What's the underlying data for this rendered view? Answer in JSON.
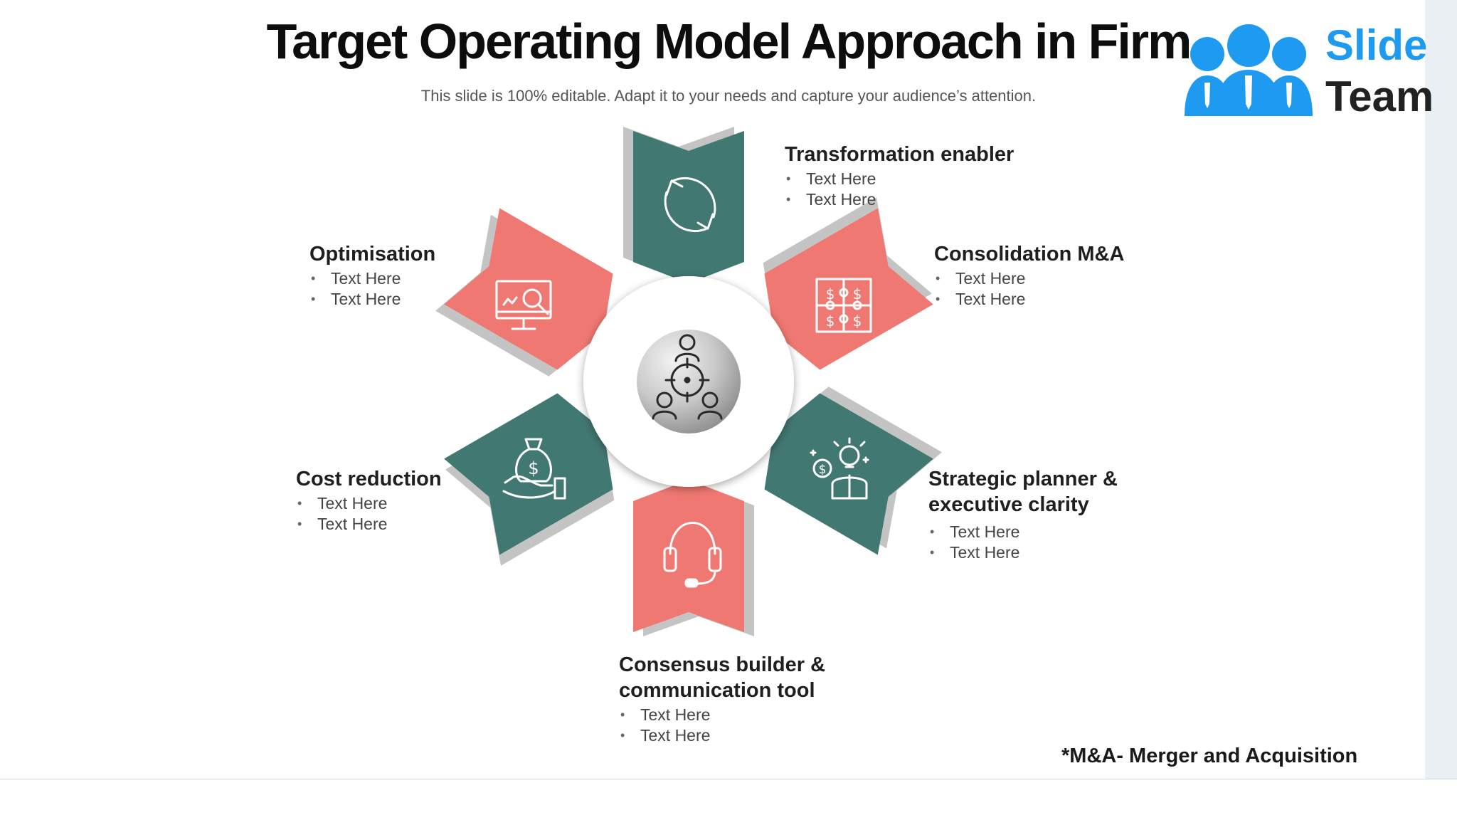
{
  "slide": {
    "title": "Target Operating Model Approach in Firm",
    "subtitle": "This slide is 100% editable. Adapt it to your needs and  capture your audience’s attention."
  },
  "logo": {
    "line1": "Slide",
    "line2": "Team",
    "color_blue": "#1e9bf0",
    "color_dark": "#222222"
  },
  "colors": {
    "teal": "#427872",
    "coral": "#ef7872",
    "shadow": "#c4c4c4"
  },
  "segments": [
    {
      "id": "transformation",
      "title": "Transformation enabler",
      "title2": "",
      "bullets": [
        "Text Here",
        "Text Here"
      ],
      "color": "#427872",
      "icon": "refresh-icon"
    },
    {
      "id": "consolidation",
      "title": "Consolidation M&A",
      "title2": "",
      "bullets": [
        "Text Here",
        "Text Here"
      ],
      "color": "#ef7872",
      "icon": "puzzle-dollar-icon"
    },
    {
      "id": "strategic",
      "title": "Strategic planner &",
      "title2": "executive clarity",
      "bullets": [
        "Text Here",
        "Text Here"
      ],
      "color": "#427872",
      "icon": "idea-person-icon"
    },
    {
      "id": "consensus",
      "title": "Consensus builder &",
      "title2": "communication tool",
      "bullets": [
        "Text Here",
        "Text Here"
      ],
      "color": "#ef7872",
      "icon": "headset-icon"
    },
    {
      "id": "cost",
      "title": "Cost reduction",
      "title2": "",
      "bullets": [
        "Text Here",
        "Text Here"
      ],
      "color": "#427872",
      "icon": "money-bag-hand-icon"
    },
    {
      "id": "optimisation",
      "title": "Optimisation",
      "title2": "",
      "bullets": [
        "Text Here",
        "Text Here"
      ],
      "color": "#ef7872",
      "icon": "monitor-search-icon"
    }
  ],
  "center": {
    "icon": "team-target-icon"
  },
  "footnote": "*M&A- Merger and Acquisition"
}
